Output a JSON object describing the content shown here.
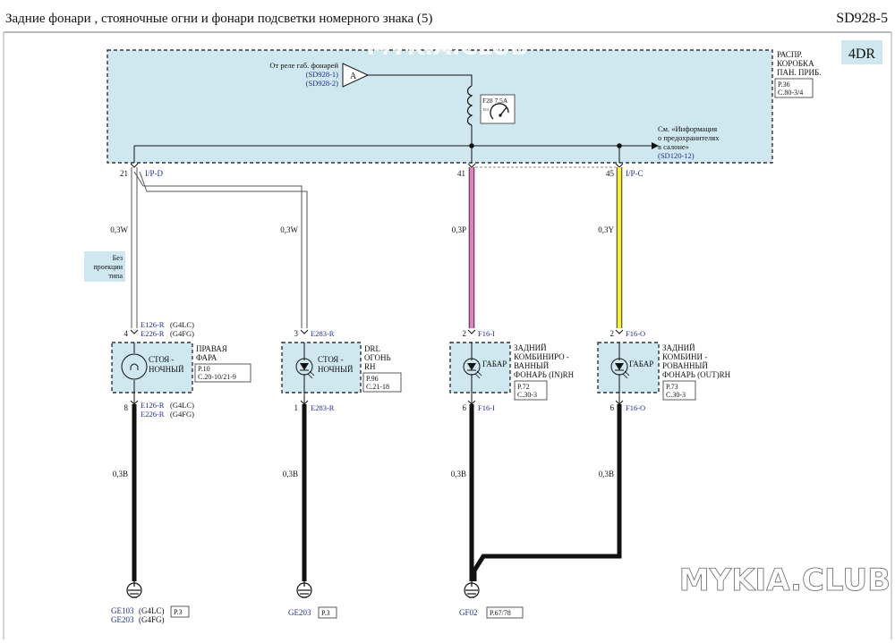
{
  "header": {
    "title": "Задние фонари , стояночные огни и фонари подсветки номерного знака (5)",
    "code": "SD928-5"
  },
  "badge": "4DR",
  "watermark_top": "MYKIA.CLUB",
  "watermark_bottom": "MYKIA.CLUB",
  "junction_box": {
    "name_lines": [
      "РАСПР.",
      "КОРОБКА",
      "ПАН. ПРИБ."
    ],
    "ref_lines": [
      "P.36",
      "C.80-3/4"
    ]
  },
  "relay_source": {
    "label": "От реле габ. фонарей",
    "refs": [
      "(SD928-1)",
      "(SD928-2)"
    ],
    "marker": "A"
  },
  "fuse": {
    "label": "F28 7.5A"
  },
  "info_ref": {
    "lines": [
      "См. «Информация",
      "о предохранителях",
      "в салоне»"
    ],
    "ref": "(SD120-12)"
  },
  "top_connectors": {
    "left": {
      "pin": "21",
      "name": "I/P-D"
    },
    "mid": {
      "pin": "41"
    },
    "right": {
      "pin": "45",
      "name": "I/P-C"
    }
  },
  "wires": {
    "w1_top": "0,3W",
    "w2_top": "0,3W",
    "w3_top": "0,3P",
    "w4_top": "0,3Y",
    "w1_bot": "0,3B",
    "w2_bot": "0,3B",
    "w3_bot": "0,3B",
    "w4_bot": "0,3B"
  },
  "note_projection": [
    "Без",
    "проекции",
    "типа"
  ],
  "components": [
    {
      "pin_top": "4",
      "conn_top": [
        [
          "E126-R",
          " (G4LC)"
        ],
        [
          "E226-R",
          " (G4FG)"
        ]
      ],
      "label": [
        "СТОЯ -",
        "НОЧНЫЙ"
      ],
      "name": [
        "ПРАВАЯ",
        "ФАРА"
      ],
      "ref": [
        "P.10",
        "C.20-10/21-9"
      ],
      "pin_bot": "8",
      "conn_bot": [
        [
          "E126-R",
          " (G4LC)"
        ],
        [
          "E226-R",
          " (G4FG)"
        ]
      ]
    },
    {
      "pin_top": "3",
      "conn_top": [
        [
          "E283-R",
          ""
        ]
      ],
      "label": [
        "СТОЯ -",
        "НОЧНЫЙ"
      ],
      "name": [
        "DRL",
        "ОГОНЬ",
        "RH"
      ],
      "ref": [
        "P.96",
        "C.21-18"
      ],
      "pin_bot": "1",
      "conn_bot": [
        [
          "E283-R",
          ""
        ]
      ]
    },
    {
      "pin_top": "2",
      "conn_top": [
        [
          "F16-I",
          ""
        ]
      ],
      "label": [
        "ГАБАР"
      ],
      "name": [
        "ЗАДНИЙ",
        "КОМБИНИРО -",
        "ВАННЫЙ",
        "ФОНАРЬ (IN)RH"
      ],
      "ref": [
        "P.72",
        "C.30-3"
      ],
      "pin_bot": "6",
      "conn_bot": [
        [
          "F16-I",
          ""
        ]
      ]
    },
    {
      "pin_top": "2",
      "conn_top": [
        [
          "F16-O",
          ""
        ]
      ],
      "label": [
        "ГАБАР"
      ],
      "name": [
        "ЗАДНИЙ",
        "КОМБИНИ -",
        "РОВАННЫЙ",
        "ФОНАРЬ (OUT)RH"
      ],
      "ref": [
        "P.73",
        "C.30-3"
      ],
      "pin_bot": "6",
      "conn_bot": [
        [
          "F16-O",
          ""
        ]
      ]
    }
  ],
  "grounds": [
    {
      "names": [
        [
          "GE103",
          " (G4LC)"
        ],
        [
          "GE203",
          " (G4FG)"
        ]
      ],
      "ref": "P.3"
    },
    {
      "names": [
        [
          "GE203",
          ""
        ]
      ],
      "ref": "P.3"
    },
    {
      "names": [
        [
          "GF02",
          ""
        ]
      ],
      "ref": "P.67/78"
    }
  ]
}
